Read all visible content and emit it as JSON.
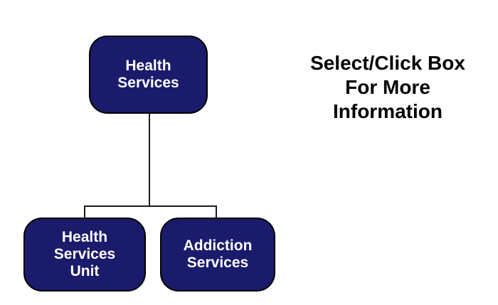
{
  "diagram": {
    "boxes": {
      "root": {
        "label": "Health Services",
        "lines": [
          "Health",
          "Services"
        ]
      },
      "child_left": {
        "label": "Health Services Unit",
        "lines": [
          "Health",
          "Services",
          "Unit"
        ]
      },
      "child_right": {
        "label": "Addiction Services",
        "lines": [
          "Addiction",
          "Services"
        ]
      }
    },
    "instruction": {
      "lines": [
        "Select/Click Box",
        "For More",
        "Information"
      ]
    }
  },
  "colors": {
    "background": "#ffffff",
    "box_fill": "#1b1b6b",
    "box_border": "#000000",
    "box_text": "#ffffff",
    "connector": "#1c1c1c",
    "instruction_text": "#000000"
  }
}
